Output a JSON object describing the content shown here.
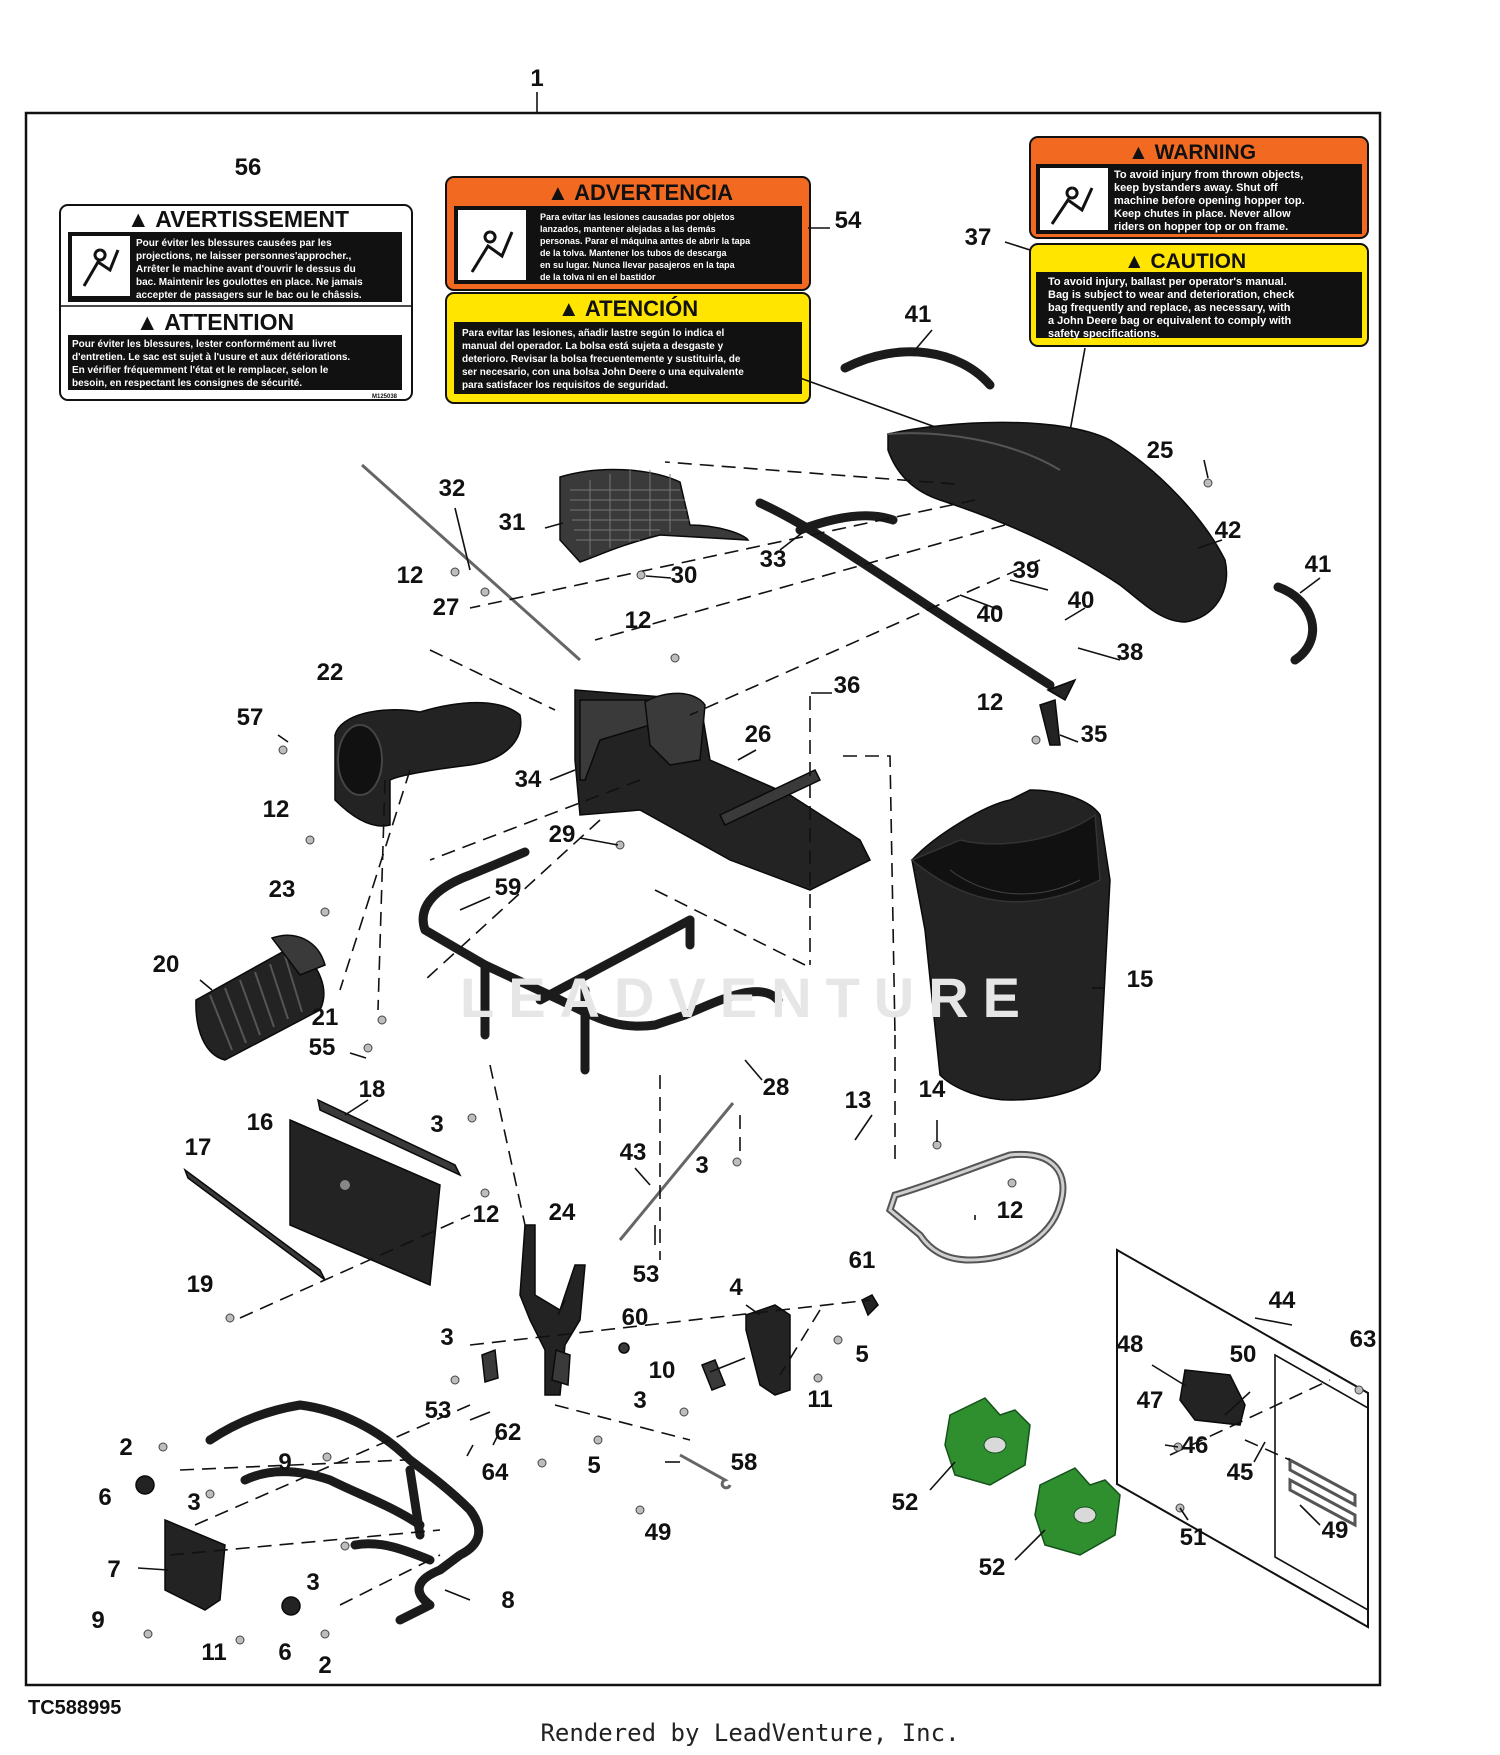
{
  "diagram": {
    "figure_code": "TC588995",
    "credit": "Rendered by LeadVenture, Inc.",
    "watermark": "LEADVENTURE",
    "colors": {
      "warning_orange": "#f26a21",
      "caution_yellow": "#ffe500",
      "part_black": "#232323",
      "weight_green": "#2f8f2f"
    }
  },
  "callouts": [
    {
      "id": "1",
      "label": "1"
    },
    {
      "id": "56",
      "label": "56"
    },
    {
      "id": "54",
      "label": "54"
    },
    {
      "id": "37",
      "label": "37"
    },
    {
      "id": "41a",
      "label": "41"
    },
    {
      "id": "41b",
      "label": "41"
    },
    {
      "id": "25",
      "label": "25"
    },
    {
      "id": "42",
      "label": "42"
    },
    {
      "id": "32",
      "label": "32"
    },
    {
      "id": "31",
      "label": "31"
    },
    {
      "id": "30",
      "label": "30"
    },
    {
      "id": "33",
      "label": "33"
    },
    {
      "id": "39",
      "label": "39"
    },
    {
      "id": "40a",
      "label": "40"
    },
    {
      "id": "40b",
      "label": "40"
    },
    {
      "id": "38",
      "label": "38"
    },
    {
      "id": "12a",
      "label": "12"
    },
    {
      "id": "27",
      "label": "27"
    },
    {
      "id": "12b",
      "label": "12"
    },
    {
      "id": "36",
      "label": "36"
    },
    {
      "id": "12c",
      "label": "12"
    },
    {
      "id": "35",
      "label": "35"
    },
    {
      "id": "22",
      "label": "22"
    },
    {
      "id": "57",
      "label": "57"
    },
    {
      "id": "26",
      "label": "26"
    },
    {
      "id": "34",
      "label": "34"
    },
    {
      "id": "12d",
      "label": "12"
    },
    {
      "id": "29",
      "label": "29"
    },
    {
      "id": "23",
      "label": "23"
    },
    {
      "id": "59",
      "label": "59"
    },
    {
      "id": "15",
      "label": "15"
    },
    {
      "id": "20",
      "label": "20"
    },
    {
      "id": "21",
      "label": "21"
    },
    {
      "id": "55",
      "label": "55"
    },
    {
      "id": "18",
      "label": "18"
    },
    {
      "id": "16",
      "label": "16"
    },
    {
      "id": "3a",
      "label": "3"
    },
    {
      "id": "28",
      "label": "28"
    },
    {
      "id": "13",
      "label": "13"
    },
    {
      "id": "14",
      "label": "14"
    },
    {
      "id": "17",
      "label": "17"
    },
    {
      "id": "43",
      "label": "43"
    },
    {
      "id": "3b",
      "label": "3"
    },
    {
      "id": "12e",
      "label": "12"
    },
    {
      "id": "12f",
      "label": "12"
    },
    {
      "id": "24",
      "label": "24"
    },
    {
      "id": "19",
      "label": "19"
    },
    {
      "id": "53a",
      "label": "53"
    },
    {
      "id": "61",
      "label": "61"
    },
    {
      "id": "4",
      "label": "4"
    },
    {
      "id": "44",
      "label": "44"
    },
    {
      "id": "3c",
      "label": "3"
    },
    {
      "id": "60",
      "label": "60"
    },
    {
      "id": "5a",
      "label": "5"
    },
    {
      "id": "63",
      "label": "63"
    },
    {
      "id": "48",
      "label": "48"
    },
    {
      "id": "50",
      "label": "50"
    },
    {
      "id": "10",
      "label": "10"
    },
    {
      "id": "11a",
      "label": "11"
    },
    {
      "id": "3d",
      "label": "3"
    },
    {
      "id": "53b",
      "label": "53"
    },
    {
      "id": "47",
      "label": "47"
    },
    {
      "id": "62",
      "label": "62"
    },
    {
      "id": "46",
      "label": "46"
    },
    {
      "id": "2a",
      "label": "2"
    },
    {
      "id": "9a",
      "label": "9"
    },
    {
      "id": "5b",
      "label": "5"
    },
    {
      "id": "58",
      "label": "58"
    },
    {
      "id": "45",
      "label": "45"
    },
    {
      "id": "64",
      "label": "64"
    },
    {
      "id": "6a",
      "label": "6"
    },
    {
      "id": "3e",
      "label": "3"
    },
    {
      "id": "52a",
      "label": "52"
    },
    {
      "id": "49a",
      "label": "49"
    },
    {
      "id": "49b",
      "label": "49"
    },
    {
      "id": "51",
      "label": "51"
    },
    {
      "id": "52b",
      "label": "52"
    },
    {
      "id": "7",
      "label": "7"
    },
    {
      "id": "3f",
      "label": "3"
    },
    {
      "id": "8",
      "label": "8"
    },
    {
      "id": "9b",
      "label": "9"
    },
    {
      "id": "11b",
      "label": "11"
    },
    {
      "id": "6b",
      "label": "6"
    },
    {
      "id": "2b",
      "label": "2"
    }
  ],
  "decals": {
    "french": {
      "warning_title": "AVERTISSEMENT",
      "warning_lines": [
        "Pour éviter les blessures causées par les",
        "projections, ne laisser personnes'approcher.,",
        "Arrêter le machine avant d'ouvrir le dessus du",
        "bac. Maintenir les goulottes en place. Ne jamais",
        "accepter de passagers sur le bac ou le châssis."
      ],
      "caution_title": "ATTENTION",
      "caution_lines": [
        "Pour éviter les blessures, lester conformément au livret",
        "d'entretien. Le sac est sujet à l'usure et aux détériorations.",
        "En vérifier fréquemment l'état et le remplacer, selon le",
        "besoin, en respectant les consignes de sécurité."
      ],
      "code": "M125038"
    },
    "spanish": {
      "warning_title": "ADVERTENCIA",
      "warning_lines": [
        "Para evitar las lesiones causadas por objetos",
        "lanzados, mantener alejadas a las demás",
        "personas. Parar el máquina antes de abrir la tapa",
        "de la tolva. Mantener los tubos de descarga",
        "en su lugar. Nunca llevar pasajeros en la tapa",
        "de la tolva ni en el bastidor"
      ],
      "caution_title": "ATENCIÓN",
      "caution_lines": [
        "Para evitar las lesiones, añadir lastre según lo indica el",
        "manual del operador. La bolsa está sujeta a desgaste y",
        "deterioro. Revisar la bolsa frecuentemente y sustituirla, de",
        "ser necesario, con una bolsa John Deere o una equivalente",
        "para satisfacer los requisitos de seguridad."
      ]
    },
    "english": {
      "warning_title": "WARNING",
      "warning_lines": [
        "To avoid injury from thrown objects,",
        "keep bystanders away. Shut off",
        "machine before opening hopper top.",
        "Keep chutes in place. Never allow",
        "riders on hopper top or on frame."
      ],
      "caution_title": "CAUTION",
      "caution_lines": [
        "To avoid injury, ballast per operator's manual.",
        "Bag is subject to wear and deterioration, check",
        "bag frequently and replace, as necessary, with",
        "a John Deere bag or equivalent to comply with",
        "safety specifications."
      ]
    }
  }
}
